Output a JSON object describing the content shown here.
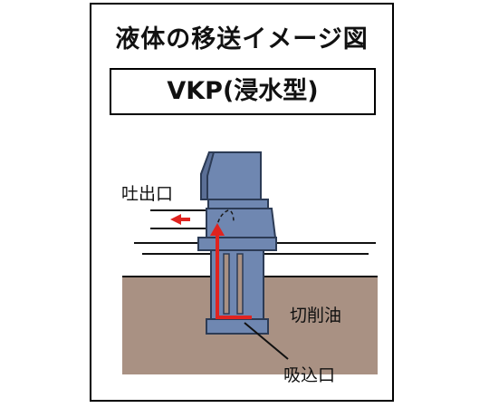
{
  "title": "液体の移送イメージ図",
  "model_label": "VKP(浸水型)",
  "labels": {
    "discharge": "吐出口",
    "cutting_oil": "切削油",
    "suction": "吸込口"
  },
  "colors": {
    "pump_body": "#6f87b1",
    "pump_outline": "#2c3b55",
    "oil": "#a99183",
    "arrow": "#e0231f"
  }
}
